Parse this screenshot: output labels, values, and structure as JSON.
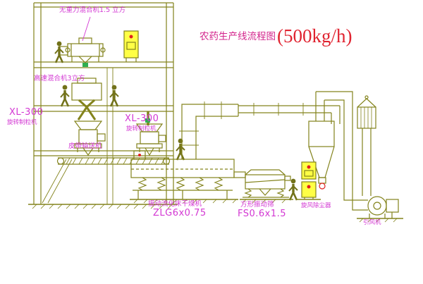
{
  "title": {
    "main": "农药生产线流程图",
    "capacity": "(500kg/h)"
  },
  "labels": {
    "top_mixer": "无重力混合机1.5 立方",
    "high_speed_mixer": "高速混合机3立方",
    "xl300_left": "XL-300",
    "granulator_left": "旋转制粒机",
    "xl300_right": "XL-300",
    "granulator_right": "旋转制粒机",
    "belt_conveyor": "皮带输送机",
    "dryer_name": "振动流化床干燥机",
    "dryer_model": "ZLG6x0.75",
    "screen_name": "方形振动筛",
    "screen_model": "FS0.6x1.5",
    "cyclone": "旋风除尘器",
    "fan": "引风机"
  },
  "colors": {
    "line": "#83831c",
    "figure": "#72721a",
    "label_magenta": "#d338d3",
    "title_magenta": "#d3258c",
    "capacity_red": "#e02330",
    "panel_yellow": "#ffff45",
    "accent_red": "#e02020",
    "accent_green": "#2fae4f"
  }
}
